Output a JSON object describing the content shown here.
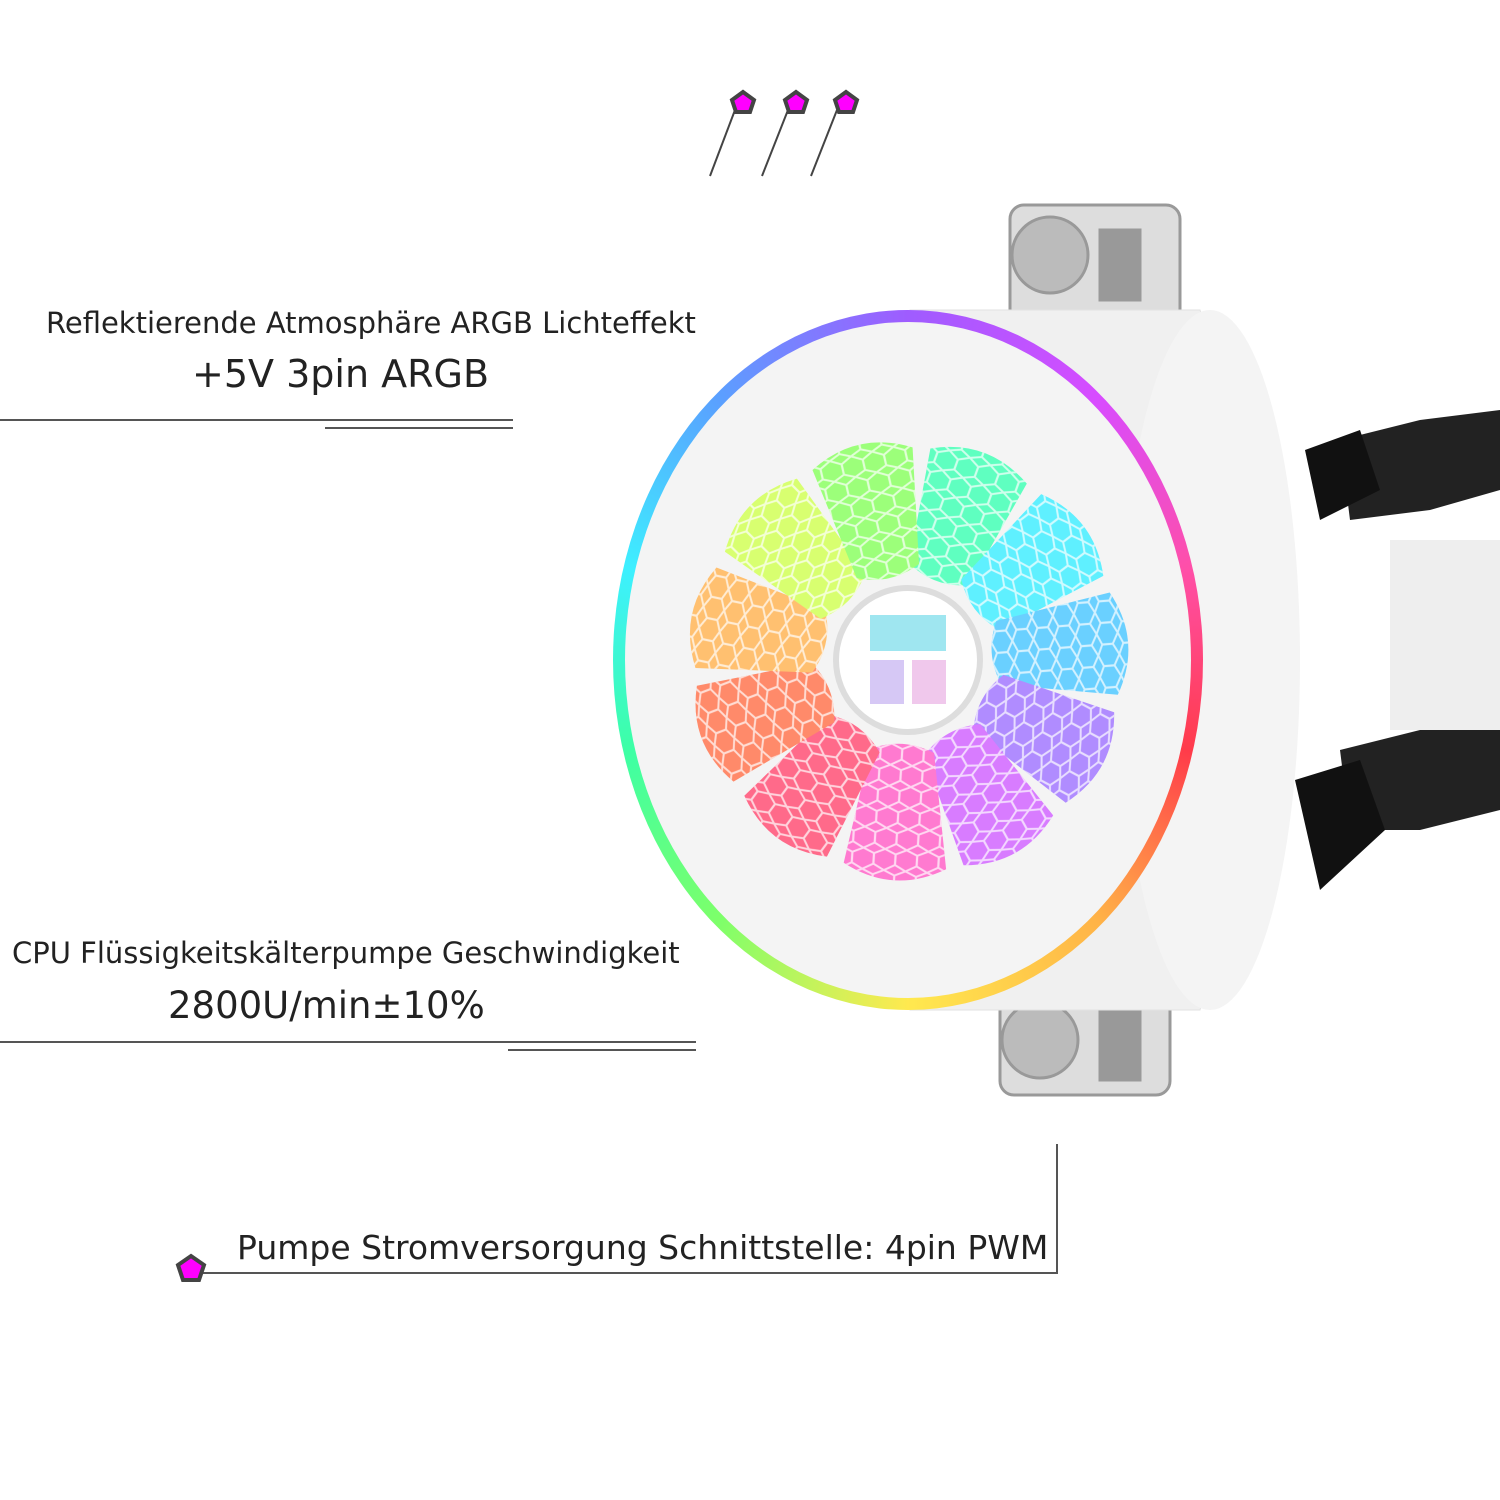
{
  "markers": {
    "color": "#ff00ff",
    "outline": "#444444",
    "shape": "pentagon"
  },
  "callouts": [
    {
      "title": "Reflektierende Atmosphäre ARGB Lichteffekt",
      "value": "+5V 3pin ARGB"
    },
    {
      "title": "CPU Flüssigkeitskälterpumpe Geschwindigkeit",
      "value": "2800U/min±10%"
    },
    {
      "title": "Pumpe Stromversorgung Schnittstelle: 4pin PWM"
    }
  ],
  "product": {
    "name": "argb-cpu-water-pump",
    "body_color": "#f4f4f4",
    "ring": "rainbow"
  }
}
